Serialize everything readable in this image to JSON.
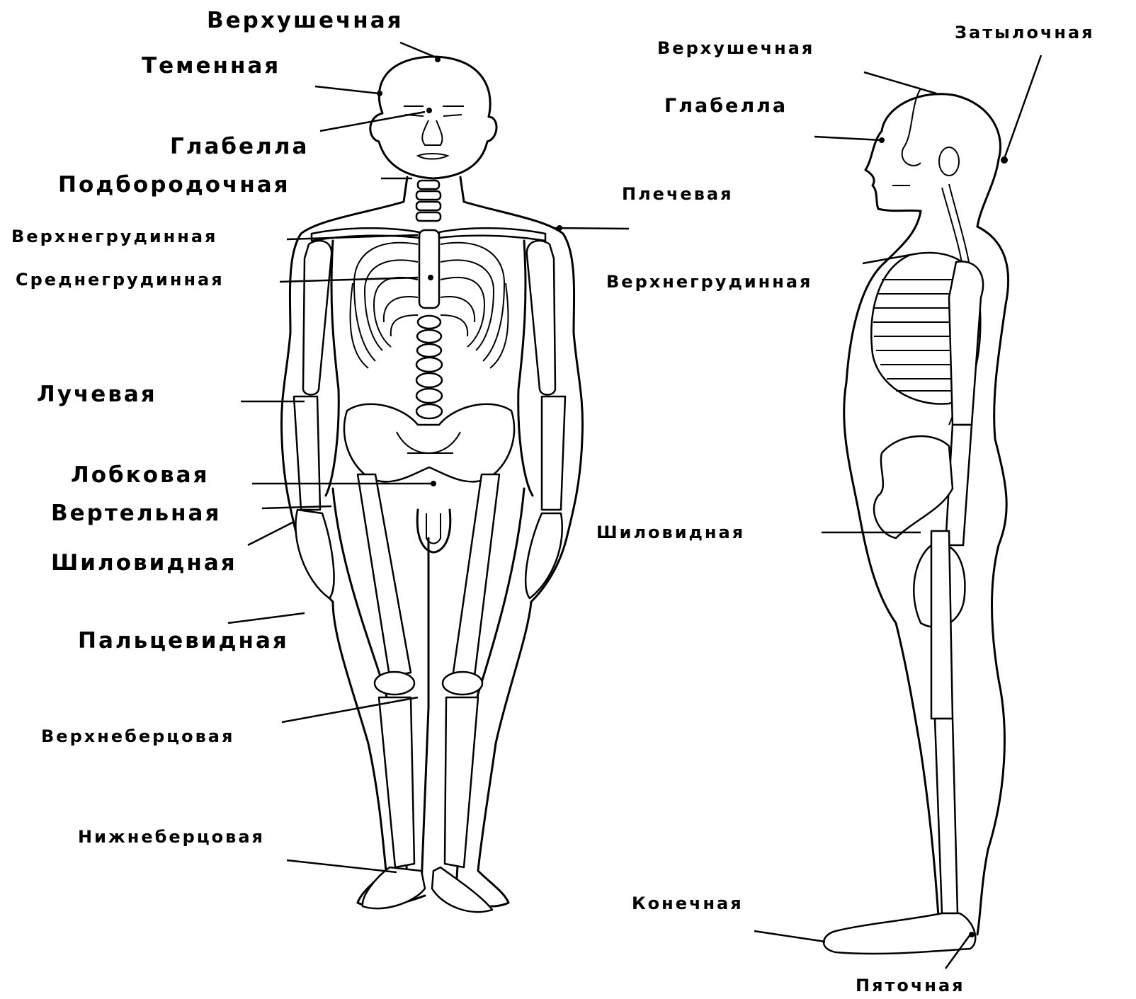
{
  "front_labels": {
    "verkhushechnaya": "Верхушечная",
    "temennaya": "Теменная",
    "glabella": "Глабелла",
    "podborodochnaya": "Подбородочная",
    "verkhnegrudinnaya": "Верхнегрудинная",
    "srednegrudinnaya": "Среднегрудинная",
    "luchevaya": "Лучевая",
    "lobkovaya": "Лобковая",
    "vertelnaya": "Вертельная",
    "shilovidnaya": "Шиловидная",
    "paltsevidnaya": "Пальцевидная",
    "verkhnebertsovaya": "Верхнеберцовая",
    "nizhnebertsovaya": "Нижнеберцовая"
  },
  "side_labels": {
    "verkhushechnaya": "Верхушечная",
    "zatylochnaya": "Затылочная",
    "glabella": "Глабелла",
    "plechevaya": "Плечевая",
    "verkhnegrudinnaya": "Верхнегрудинная",
    "shilovidnaya": "Шиловидная",
    "konechnaya": "Конечная",
    "pyatochnaya": "Пяточная"
  }
}
